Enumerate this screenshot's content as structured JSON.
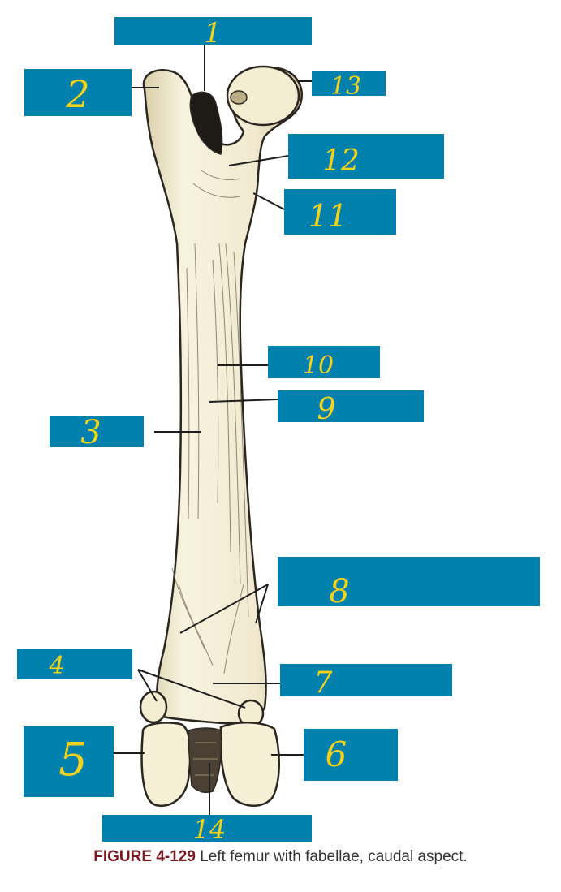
{
  "figure": {
    "label": "FIGURE 4-129",
    "caption": "Left femur with fabellae, caudal aspect."
  },
  "colors": {
    "label_box": "#0080ad",
    "handwriting": "#f2d21b",
    "leader": "#1e1e1e",
    "bone_fill": "#f4efd5",
    "bone_outline": "#2b2620",
    "caption_figure": "#7a1a22",
    "caption_text": "#333333"
  },
  "labels": [
    {
      "id": "1",
      "text": "1"
    },
    {
      "id": "2",
      "text": "2"
    },
    {
      "id": "13",
      "text": "13"
    },
    {
      "id": "12",
      "text": "12"
    },
    {
      "id": "11",
      "text": "11"
    },
    {
      "id": "10",
      "text": "10"
    },
    {
      "id": "9",
      "text": "9"
    },
    {
      "id": "3",
      "text": "3"
    },
    {
      "id": "8",
      "text": "8"
    },
    {
      "id": "4",
      "text": "4"
    },
    {
      "id": "7",
      "text": "7"
    },
    {
      "id": "5",
      "text": "5"
    },
    {
      "id": "6",
      "text": "6"
    },
    {
      "id": "14",
      "text": "14"
    }
  ]
}
